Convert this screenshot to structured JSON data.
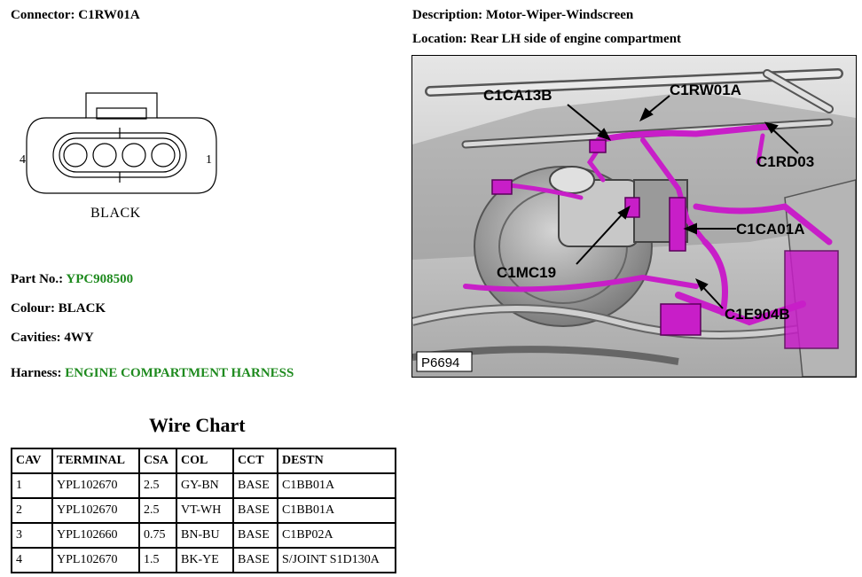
{
  "connector": {
    "label": "Connector:",
    "value": "C1RW01A",
    "cavity_left": "4",
    "cavity_right": "1",
    "color_label": "BLACK"
  },
  "description": {
    "label": "Description:",
    "value": "Motor-Wiper-Windscreen"
  },
  "location": {
    "label": "Location:",
    "value": "Rear LH side of engine compartment"
  },
  "part_no": {
    "label": "Part No.:",
    "value": "YPC908500"
  },
  "colour": {
    "label": "Colour:",
    "value": "BLACK"
  },
  "cavities": {
    "label": "Cavities:",
    "value": "4WY"
  },
  "harness": {
    "label": "Harness:",
    "value": "ENGINE COMPARTMENT HARNESS"
  },
  "wire_chart": {
    "title": "Wire Chart",
    "columns": [
      "CAV",
      "TERMINAL",
      "CSA",
      "COL",
      "CCT",
      "DESTN"
    ],
    "rows": [
      [
        "1",
        "YPL102670",
        "2.5",
        "GY-BN",
        "BASE",
        "C1BB01A"
      ],
      [
        "2",
        "YPL102670",
        "2.5",
        "VT-WH",
        "BASE",
        "C1BB01A"
      ],
      [
        "3",
        "YPL102660",
        "0.75",
        "BN-BU",
        "BASE",
        "C1BP02A"
      ],
      [
        "4",
        "YPL102670",
        "1.5",
        "BK-YE",
        "BASE",
        "S/JOINT S1D130A"
      ]
    ]
  },
  "photo": {
    "id": "P6694",
    "callouts": {
      "c1ca13b": "C1CA13B",
      "c1rw01a": "C1RW01A",
      "c1rd03": "C1RD03",
      "c1ca01a": "C1CA01A",
      "c1mc19": "C1MC19",
      "c1e904b": "C1E904B"
    },
    "harness_color": "#c81ec8"
  }
}
